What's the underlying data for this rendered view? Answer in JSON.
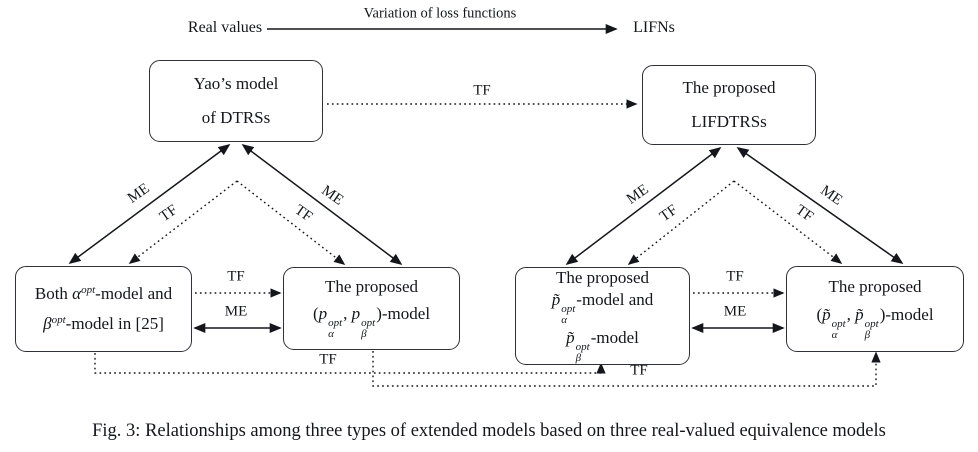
{
  "colors": {
    "ink": "#14161c",
    "background": "#ffffff"
  },
  "header": {
    "left_label": "Real values",
    "arrow_label": "Variation of loss functions",
    "right_label": "LIFNs"
  },
  "nodes": {
    "yao": {
      "line1": "Yao’s model",
      "line2": "of DTRSs"
    },
    "lifdtrss": {
      "line1": "The proposed",
      "line2": "LIFDTRSs"
    },
    "alpha_beta": {
      "l1_pre": "Both ",
      "alpha": "α",
      "l1_sup": "opt",
      "l1_post": "-model and",
      "beta": "β",
      "l2_sup": "opt",
      "l2_post": "-model in [25]"
    },
    "p_pair": {
      "line1": "The proposed",
      "open": "(",
      "p1": "p",
      "p1_sup": "opt",
      "p1_sub": "α",
      "comma": ",",
      "p2": "p",
      "p2_sup": "opt",
      "p2_sub": "β",
      "close": ")-model"
    },
    "pt_models": {
      "line1": "The proposed",
      "p1": "p̃",
      "p1_sup": "opt",
      "p1_sub": "α",
      "l2_post": "-model and",
      "p2": "p̃",
      "p2_sup": "opt",
      "p2_sub": "β",
      "l3_post": "-model"
    },
    "pt_pair": {
      "line1": "The proposed",
      "open": "(",
      "p1": "p̃",
      "p1_sup": "opt",
      "p1_sub": "α",
      "comma": ",",
      "p2": "p̃",
      "p2_sup": "opt",
      "p2_sub": "β",
      "close": ")-model"
    }
  },
  "edge_labels": {
    "top_tf": "TF",
    "left_me_outer": "ME",
    "left_tf_outer": "TF",
    "left_tf_inner": "TF",
    "left_me_inner": "ME",
    "cd_tf": "TF",
    "cd_me": "ME",
    "right_me_outer": "ME",
    "right_tf_outer": "TF",
    "right_tf_inner": "TF",
    "right_me_inner": "ME",
    "ef_tf": "TF",
    "ef_me": "ME",
    "bottom_tf_left": "TF",
    "bottom_tf_right": "TF"
  },
  "caption": "Fig. 3: Relationships among three types of extended models based on three real-valued equivalence models"
}
